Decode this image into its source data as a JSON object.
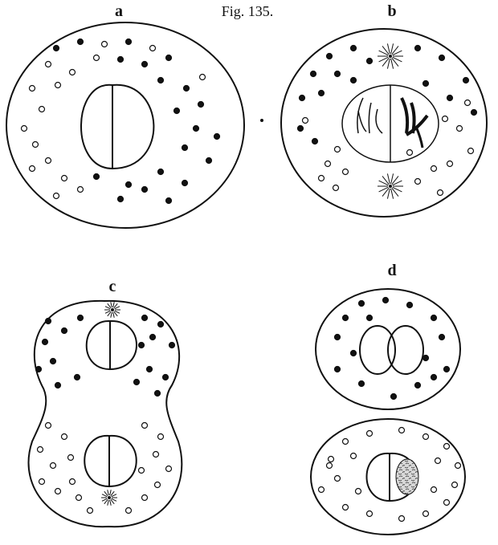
{
  "figure": {
    "caption": "Fig. 135.",
    "panels": [
      {
        "id": "a",
        "label": "a"
      },
      {
        "id": "b",
        "label": "b"
      },
      {
        "id": "c",
        "label": "c"
      },
      {
        "id": "d",
        "label": "d"
      }
    ]
  },
  "colors": {
    "ink": "#111111",
    "paper": "#ffffff"
  }
}
